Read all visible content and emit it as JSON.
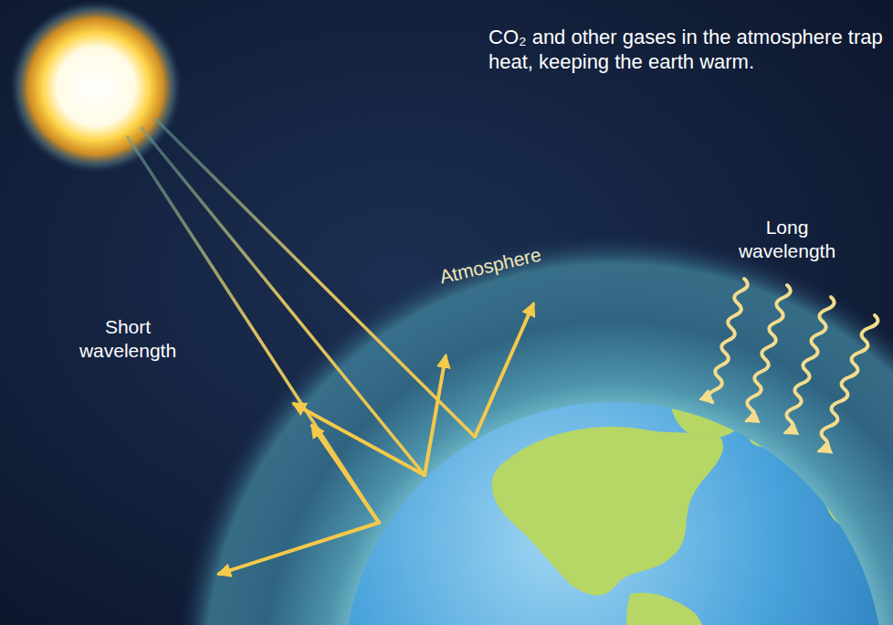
{
  "diagram": {
    "labels": [
      "CO₂ and other gases in the atmosphere trap heat, keeping the earth warm.",
      "Atmosphere",
      "Short wavelength",
      "Long wavelength"
    ]
  }
}
